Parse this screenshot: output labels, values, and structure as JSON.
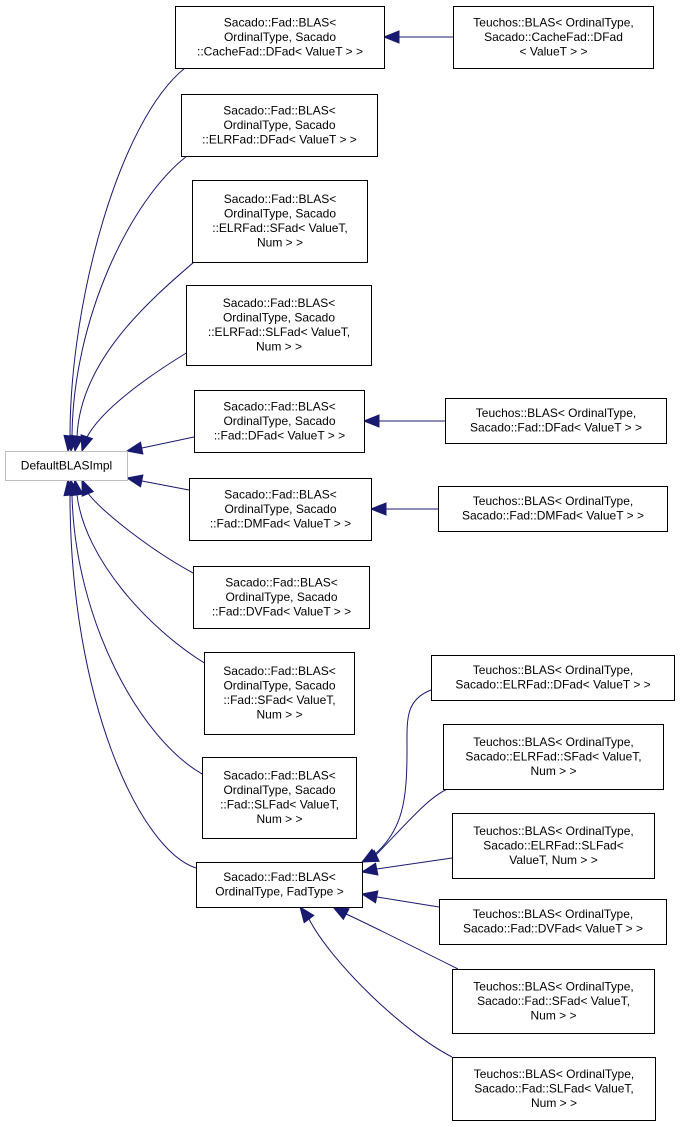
{
  "diagram": {
    "nodes": [
      {
        "id": "default",
        "lines": [
          "DefaultBLASImpl"
        ]
      },
      {
        "id": "n1",
        "lines": [
          "Sacado::Fad::BLAS<",
          "OrdinalType, Sacado",
          "::CacheFad::DFad< ValueT > >"
        ]
      },
      {
        "id": "n2",
        "lines": [
          "Sacado::Fad::BLAS<",
          "OrdinalType, Sacado",
          "::ELRFad::DFad< ValueT > >"
        ]
      },
      {
        "id": "n3",
        "lines": [
          "Sacado::Fad::BLAS<",
          "OrdinalType, Sacado",
          "::ELRFad::SFad< ValueT,",
          "Num > >"
        ]
      },
      {
        "id": "n4",
        "lines": [
          "Sacado::Fad::BLAS<",
          "OrdinalType, Sacado",
          "::ELRFad::SLFad< ValueT,",
          "Num > >"
        ]
      },
      {
        "id": "n5",
        "lines": [
          "Sacado::Fad::BLAS<",
          "OrdinalType, Sacado",
          "::Fad::DFad< ValueT > >"
        ]
      },
      {
        "id": "n6",
        "lines": [
          "Sacado::Fad::BLAS<",
          "OrdinalType, Sacado",
          "::Fad::DMFad< ValueT > >"
        ]
      },
      {
        "id": "n7",
        "lines": [
          "Sacado::Fad::BLAS<",
          "OrdinalType, Sacado",
          "::Fad::DVFad< ValueT > >"
        ]
      },
      {
        "id": "n8",
        "lines": [
          "Sacado::Fad::BLAS<",
          "OrdinalType, Sacado",
          "::Fad::SFad< ValueT,",
          "Num > >"
        ]
      },
      {
        "id": "n9",
        "lines": [
          "Sacado::Fad::BLAS<",
          "OrdinalType, Sacado",
          "::Fad::SLFad< ValueT,",
          "Num > >"
        ]
      },
      {
        "id": "n10",
        "lines": [
          "Sacado::Fad::BLAS<",
          "OrdinalType, FadType >"
        ]
      },
      {
        "id": "t1",
        "lines": [
          "Teuchos::BLAS< OrdinalType,",
          "Sacado::CacheFad::DFad",
          "< ValueT > >"
        ]
      },
      {
        "id": "t2",
        "lines": [
          "Teuchos::BLAS< OrdinalType,",
          "Sacado::Fad::DFad< ValueT > >"
        ]
      },
      {
        "id": "t3",
        "lines": [
          "Teuchos::BLAS< OrdinalType,",
          "Sacado::Fad::DMFad< ValueT > >"
        ]
      },
      {
        "id": "t4",
        "lines": [
          "Teuchos::BLAS< OrdinalType,",
          "Sacado::ELRFad::DFad< ValueT > >"
        ]
      },
      {
        "id": "t5",
        "lines": [
          "Teuchos::BLAS< OrdinalType,",
          "Sacado::ELRFad::SFad< ValueT,",
          "Num > >"
        ]
      },
      {
        "id": "t6",
        "lines": [
          "Teuchos::BLAS< OrdinalType,",
          "Sacado::ELRFad::SLFad<",
          "ValueT, Num > >"
        ]
      },
      {
        "id": "t7",
        "lines": [
          "Teuchos::BLAS< OrdinalType,",
          "Sacado::Fad::DVFad< ValueT > >"
        ]
      },
      {
        "id": "t8",
        "lines": [
          "Teuchos::BLAS< OrdinalType,",
          "Sacado::Fad::SFad< ValueT,",
          "Num > >"
        ]
      },
      {
        "id": "t9",
        "lines": [
          "Teuchos::BLAS< OrdinalType,",
          "Sacado::Fad::SLFad< ValueT,",
          "Num > >"
        ]
      }
    ],
    "edges": [
      {
        "from": "n1",
        "to": "default"
      },
      {
        "from": "n2",
        "to": "default"
      },
      {
        "from": "n3",
        "to": "default"
      },
      {
        "from": "n4",
        "to": "default"
      },
      {
        "from": "n5",
        "to": "default"
      },
      {
        "from": "n6",
        "to": "default"
      },
      {
        "from": "n7",
        "to": "default"
      },
      {
        "from": "n8",
        "to": "default"
      },
      {
        "from": "n9",
        "to": "default"
      },
      {
        "from": "n10",
        "to": "default"
      },
      {
        "from": "t1",
        "to": "n1"
      },
      {
        "from": "t2",
        "to": "n5"
      },
      {
        "from": "t3",
        "to": "n6"
      },
      {
        "from": "t4",
        "to": "n10"
      },
      {
        "from": "t5",
        "to": "n10"
      },
      {
        "from": "t6",
        "to": "n10"
      },
      {
        "from": "t7",
        "to": "n10"
      },
      {
        "from": "t8",
        "to": "n10"
      },
      {
        "from": "t9",
        "to": "n10"
      }
    ],
    "colors": {
      "edge": "#191970",
      "box_border": "#000000",
      "root_border": "#bfbfbf",
      "background": "#ffffff"
    }
  }
}
